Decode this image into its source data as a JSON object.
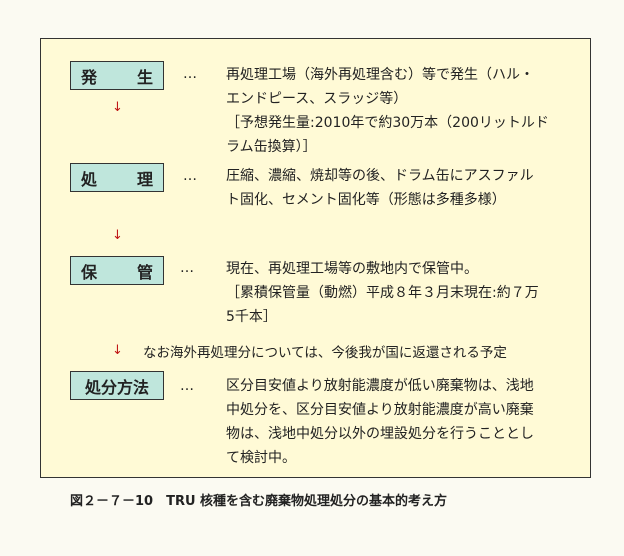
{
  "steps": [
    {
      "chars": [
        "発",
        "生"
      ],
      "dots": "…",
      "desc": "再処理工場（海外再処理含む）等で発生（ハル・\nエンドピース、スラッジ等）\n［予想発生量:2010年で約30万本（200リットルド\nラム缶換算）］"
    },
    {
      "chars": [
        "処",
        "理"
      ],
      "dots": "…",
      "desc": "圧縮、濃縮、焼却等の後、ドラム缶にアスファル\nト固化、セメント固化等（形態は多種多様）"
    },
    {
      "chars": [
        "保",
        "管"
      ],
      "dots": "…",
      "desc": "現在、再処理工場等の敷地内で保管中。\n［累積保管量（動燃）平成８年３月末現在:約７万\n5千本］"
    },
    {
      "label": "処分方法",
      "dots": "…",
      "desc": "区分目安値より放射能濃度が低い廃棄物は、浅地\n中処分を、区分目安値より放射能濃度が高い廃棄\n物は、浅地中処分以外の埋設処分を行うこととし\nて検討中。"
    }
  ],
  "arrow_symbol": "↓",
  "note": "なお海外再処理分については、今後我が国に返還される予定",
  "caption": "図２－７－10　TRU 核種を含む廃棄物処理処分の基本的考え方",
  "colors": {
    "box_fill": "#bfe6dc",
    "panel_fill": "#fffad6",
    "arrow": "#c01515"
  }
}
